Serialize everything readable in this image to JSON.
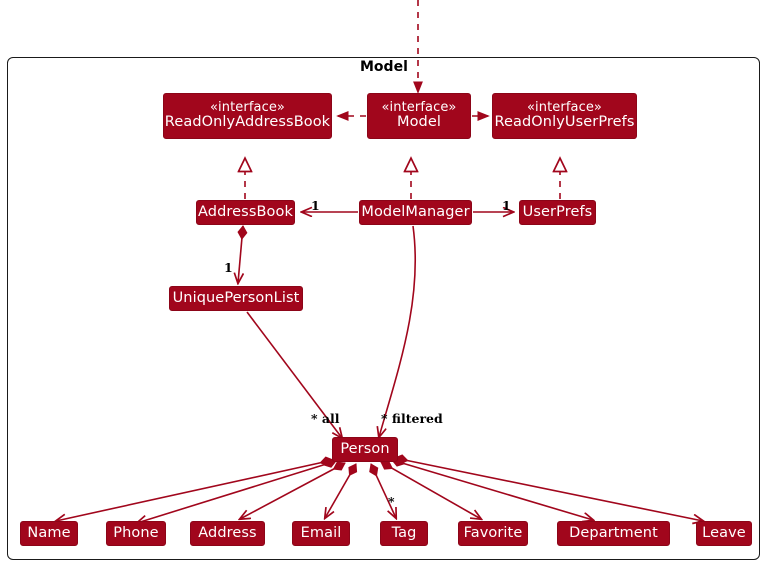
{
  "diagram": {
    "type": "uml-class-diagram",
    "package_title": "Model",
    "accent_color": "#A1061C",
    "border_color": "#1a1a1a",
    "text_color": "#ffffff",
    "label_color": "#000000",
    "background": "#ffffff"
  },
  "nodes": {
    "read_only_address_book": {
      "stereotype": "«interface»",
      "name": "ReadOnlyAddressBook"
    },
    "model_interface": {
      "stereotype": "«interface»",
      "name": "Model"
    },
    "read_only_user_prefs": {
      "stereotype": "«interface»",
      "name": "ReadOnlyUserPrefs"
    },
    "address_book": {
      "name": "AddressBook"
    },
    "model_manager": {
      "name": "ModelManager"
    },
    "user_prefs": {
      "name": "UserPrefs"
    },
    "unique_person_list": {
      "name": "UniquePersonList"
    },
    "person": {
      "name": "Person"
    },
    "name": {
      "name": "Name"
    },
    "phone": {
      "name": "Phone"
    },
    "address": {
      "name": "Address"
    },
    "email": {
      "name": "Email"
    },
    "tag": {
      "name": "Tag"
    },
    "favorite": {
      "name": "Favorite"
    },
    "department": {
      "name": "Department"
    },
    "leave": {
      "name": "Leave"
    }
  },
  "edge_labels": {
    "address_book_multiplicity": "1",
    "user_prefs_multiplicity": "1",
    "unique_person_list_multiplicity": "1",
    "all_persons": "* all",
    "filtered_persons": "* filtered",
    "tags_multiplicity": "*"
  }
}
